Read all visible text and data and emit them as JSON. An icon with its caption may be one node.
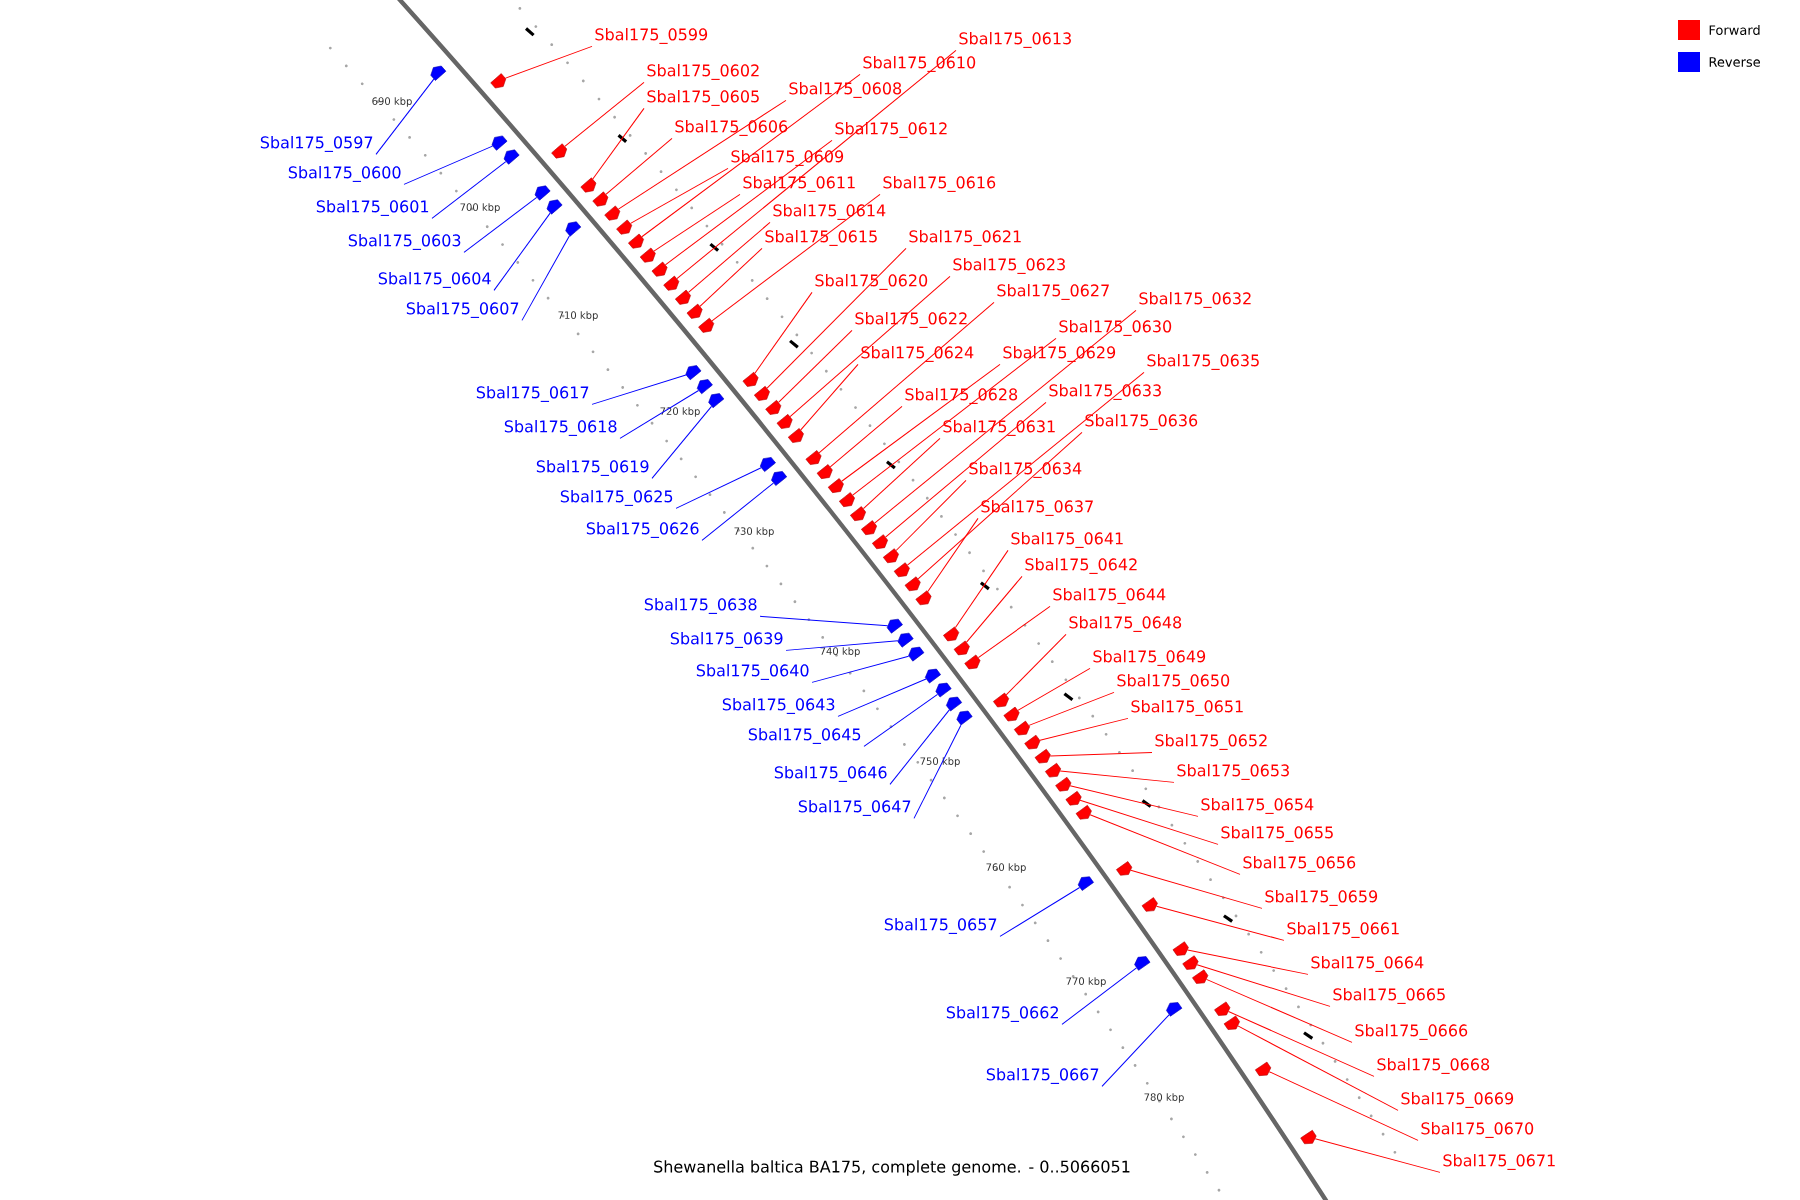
{
  "diagram": {
    "caption": "Shewanella baltica BA175, complete genome. - 0..5066051",
    "nodes": [
      {
        "text": [
          "Sbal175_0597"
        ]
      },
      {
        "text": [
          "Sbal175_0599"
        ]
      },
      {
        "text": [
          "Sbal175_0600"
        ]
      },
      {
        "text": [
          "Sbal175_0601"
        ]
      },
      {
        "text": [
          "Sbal175_0602"
        ]
      },
      {
        "text": [
          "Sbal175_0603"
        ]
      },
      {
        "text": [
          "Sbal175_0604"
        ]
      },
      {
        "text": [
          "Sbal175_0605"
        ]
      },
      {
        "text": [
          "Sbal175_0606"
        ]
      },
      {
        "text": [
          "Sbal175_0607"
        ]
      },
      {
        "text": [
          "Sbal175_0608"
        ]
      },
      {
        "text": [
          "Sbal175_0609"
        ]
      },
      {
        "text": [
          "Sbal175_0610"
        ]
      },
      {
        "text": [
          "Sbal175_0611"
        ]
      },
      {
        "text": [
          "Sbal175_0612"
        ]
      },
      {
        "text": [
          "Sbal175_0613"
        ]
      },
      {
        "text": [
          "Sbal175_0614"
        ]
      },
      {
        "text": [
          "Sbal175_0615"
        ]
      },
      {
        "text": [
          "Sbal175_0616"
        ]
      },
      {
        "text": [
          "Sbal175_0617"
        ]
      },
      {
        "text": [
          "Sbal175_0618"
        ]
      },
      {
        "text": [
          "Sbal175_0619"
        ]
      },
      {
        "text": [
          "Sbal175_0620"
        ]
      },
      {
        "text": [
          "Sbal175_0621"
        ]
      },
      {
        "text": [
          "Sbal175_0622"
        ]
      },
      {
        "text": [
          "Sbal175_0623"
        ]
      },
      {
        "text": [
          "Sbal175_0624"
        ]
      },
      {
        "text": [
          "Sbal175_0625"
        ]
      },
      {
        "text": [
          "Sbal175_0626"
        ]
      },
      {
        "text": [
          "Sbal175_0627"
        ]
      },
      {
        "text": [
          "Sbal175_0628"
        ]
      },
      {
        "text": [
          "Sbal175_0629"
        ]
      },
      {
        "text": [
          "Sbal175_0630"
        ]
      },
      {
        "text": [
          "Sbal175_0631"
        ]
      },
      {
        "text": [
          "Sbal175_0632"
        ]
      },
      {
        "text": [
          "Sbal175_0633"
        ]
      },
      {
        "text": [
          "Sbal175_0634"
        ]
      },
      {
        "text": [
          "Sbal175_0635"
        ]
      },
      {
        "text": [
          "Sbal175_0636"
        ]
      },
      {
        "text": [
          "Sbal175_0637"
        ]
      },
      {
        "text": [
          "Sbal175_0638"
        ]
      },
      {
        "text": [
          "Sbal175_0639"
        ]
      },
      {
        "text": [
          "Sbal175_0640"
        ]
      },
      {
        "text": [
          "Sbal175_0641"
        ]
      },
      {
        "text": [
          "Sbal175_0642"
        ]
      },
      {
        "text": [
          "Sbal175_0643"
        ]
      },
      {
        "text": [
          "Sbal175_0644"
        ]
      },
      {
        "text": [
          "Sbal175_0645"
        ]
      },
      {
        "text": [
          "Sbal175_0646"
        ]
      },
      {
        "text": [
          "Sbal175_0647"
        ]
      },
      {
        "text": [
          "Sbal175_0648"
        ]
      },
      {
        "text": [
          "Sbal175_0649"
        ]
      },
      {
        "text": [
          "Sbal175_0650"
        ]
      },
      {
        "text": [
          "Sbal175_0651"
        ]
      },
      {
        "text": [
          "Sbal175_0652"
        ]
      },
      {
        "text": [
          "Sbal175_0653"
        ]
      },
      {
        "text": [
          "Sbal175_0654"
        ]
      },
      {
        "text": [
          "Sbal175_0655"
        ]
      },
      {
        "text": [
          "Sbal175_0656"
        ]
      },
      {
        "text": [
          "Sbal175_0657"
        ]
      },
      {
        "text": [
          "Sbal175_0659"
        ]
      },
      {
        "text": [
          "Sbal175_0661"
        ]
      },
      {
        "text": [
          "Sbal175_0662"
        ]
      },
      {
        "text": [
          "Sbal175_0664"
        ]
      },
      {
        "text": [
          "Sbal175_0665"
        ]
      },
      {
        "text": [
          "Sbal175_0666"
        ]
      },
      {
        "text": [
          "Sbal175_0667"
        ]
      },
      {
        "text": [
          "Sbal175_0668"
        ]
      },
      {
        "text": [
          "Sbal175_0669"
        ]
      },
      {
        "text": [
          "Sbal175_0670"
        ]
      },
      {
        "text": [
          "Sbal175_0671"
        ]
      },
      {
        "text": [],
        "shape": "arrow"
      },
      {
        "text": [],
        "shape": "arrow"
      },
      {
        "text": [],
        "shape": "arrow"
      },
      {
        "text": [],
        "shape": "arrow"
      },
      {
        "text": [],
        "shape": "arrow"
      },
      {
        "text": [],
        "shape": "arrow"
      },
      {
        "text": [],
        "shape": "arrow"
      },
      {
        "text": [],
        "shape": "arrow"
      },
      {
        "text": [],
        "shape": "arrow"
      },
      {
        "text": [],
        "shape": "arrow"
      },
      {
        "text": [],
        "shape": "arrow"
      },
      {
        "text": [],
        "shape": "arrow"
      },
      {
        "text": [],
        "shape": "arrow"
      },
      {
        "text": [],
        "shape": "arrow"
      },
      {
        "text": [],
        "shape": "arrow"
      },
      {
        "text": [],
        "shape": "arrow"
      },
      {
        "text": [],
        "shape": "arrow"
      },
      {
        "text": [],
        "shape": "arrow"
      },
      {
        "text": [],
        "shape": "arrow"
      },
      {
        "text": [],
        "shape": "arrow"
      },
      {
        "text": [],
        "shape": "arrow"
      },
      {
        "text": [],
        "shape": "arrow"
      },
      {
        "text": [],
        "shape": "arrow"
      },
      {
        "text": [],
        "shape": "arrow"
      },
      {
        "text": [],
        "shape": "arrow"
      },
      {
        "text": [],
        "shape": "arrow"
      },
      {
        "text": [],
        "shape": "arrow"
      },
      {
        "text": [],
        "shape": "arrow"
      },
      {
        "text": [],
        "shape": "arrow"
      },
      {
        "text": [],
        "shape": "arrow"
      },
      {
        "text": [],
        "shape": "arrow"
      },
      {
        "text": [],
        "shape": "arrow"
      },
      {
        "text": [],
        "shape": "arrow"
      },
      {
        "text": [],
        "shape": "arrow"
      },
      {
        "text": [],
        "shape": "arrow"
      },
      {
        "text": [],
        "shape": "arrow"
      },
      {
        "text": [],
        "shape": "arrow"
      },
      {
        "text": [],
        "shape": "arrow"
      },
      {
        "text": [],
        "shape": "arrow"
      },
      {
        "text": [],
        "shape": "arrow"
      },
      {
        "text": [],
        "shape": "arrow"
      },
      {
        "text": [],
        "shape": "arrow"
      },
      {
        "text": [],
        "shape": "arrow"
      },
      {
        "text": [],
        "shape": "arrow"
      },
      {
        "text": [],
        "shape": "arrow"
      },
      {
        "text": [],
        "shape": "arrow"
      },
      {
        "text": [],
        "shape": "arrow"
      },
      {
        "text": [],
        "shape": "arrow"
      },
      {
        "text": [],
        "shape": "arrow"
      },
      {
        "text": [],
        "shape": "arrow"
      },
      {
        "text": [],
        "shape": "arrow"
      },
      {
        "text": [],
        "shape": "arrow"
      },
      {
        "text": [],
        "shape": "arrow"
      },
      {
        "text": [],
        "shape": "arrow"
      },
      {
        "text": [],
        "shape": "arrow"
      },
      {
        "text": [],
        "shape": "arrow"
      },
      {
        "text": [],
        "shape": "arrow"
      },
      {
        "text": [],
        "shape": "arrow"
      },
      {
        "text": [],
        "shape": "arrow"
      },
      {
        "text": [],
        "shape": "arrow"
      },
      {
        "text": [],
        "shape": "arrow"
      },
      {
        "text": [],
        "shape": "arrow"
      },
      {
        "text": [],
        "shape": "arrow"
      },
      {
        "text": [],
        "shape": "arrow"
      },
      {
        "text": [],
        "shape": "arrow"
      },
      {
        "text": [],
        "shape": "arrow"
      },
      {
        "text": [],
        "shape": "arrow"
      },
      {
        "text": [],
        "shape": "arrow"
      },
      {
        "text": [],
        "shape": "arrow"
      },
      {
        "text": [],
        "shape": "arrow"
      },
      {
        "text": [],
        "shape": "arrow"
      }
    ],
    "edges": [
      {
        "from": 0,
        "to": 71,
        "arrow": "none",
        "color": "#0000ff"
      },
      {
        "from": 1,
        "to": 72,
        "arrow": "none"
      },
      {
        "from": 2,
        "to": 73,
        "arrow": "none",
        "color": "#0000ff"
      },
      {
        "from": 3,
        "to": 74,
        "arrow": "none",
        "color": "#0000ff"
      },
      {
        "from": 4,
        "to": 75,
        "arrow": "none"
      },
      {
        "from": 5,
        "to": 76,
        "arrow": "none",
        "color": "#0000ff"
      },
      {
        "from": 6,
        "to": 77,
        "arrow": "none",
        "color": "#0000ff"
      },
      {
        "from": 7,
        "to": 78,
        "arrow": "none"
      },
      {
        "from": 8,
        "to": 79,
        "arrow": "none"
      },
      {
        "from": 9,
        "to": 80,
        "arrow": "none",
        "color": "#0000ff"
      },
      {
        "from": 10,
        "to": 81,
        "arrow": "none"
      },
      {
        "from": 11,
        "to": 82,
        "arrow": "none"
      },
      {
        "from": 12,
        "to": 83,
        "arrow": "none"
      },
      {
        "from": 13,
        "to": 84,
        "arrow": "none"
      },
      {
        "from": 14,
        "to": 85,
        "arrow": "none"
      },
      {
        "from": 15,
        "to": 86,
        "arrow": "none"
      },
      {
        "from": 16,
        "to": 87,
        "arrow": "none"
      },
      {
        "from": 17,
        "to": 88,
        "arrow": "none"
      },
      {
        "from": 18,
        "to": 89,
        "arrow": "none"
      },
      {
        "from": 19,
        "to": 90,
        "arrow": "none",
        "color": "#0000ff"
      },
      {
        "from": 20,
        "to": 91,
        "arrow": "none",
        "color": "#0000ff"
      },
      {
        "from": 21,
        "to": 92,
        "arrow": "none",
        "color": "#0000ff"
      },
      {
        "from": 22,
        "to": 93,
        "arrow": "none"
      },
      {
        "from": 23,
        "to": 94,
        "arrow": "none"
      },
      {
        "from": 24,
        "to": 95,
        "arrow": "none"
      },
      {
        "from": 25,
        "to": 96,
        "arrow": "none"
      },
      {
        "from": 26,
        "to": 97,
        "arrow": "none"
      },
      {
        "from": 27,
        "to": 98,
        "arrow": "none",
        "color": "#0000ff"
      },
      {
        "from": 28,
        "to": 99,
        "arrow": "none",
        "color": "#0000ff"
      },
      {
        "from": 29,
        "to": 100,
        "arrow": "none"
      },
      {
        "from": 30,
        "to": 101,
        "arrow": "none"
      },
      {
        "from": 31,
        "to": 102,
        "arrow": "none"
      },
      {
        "from": 32,
        "to": 103,
        "arrow": "none"
      },
      {
        "from": 33,
        "to": 104,
        "arrow": "none"
      },
      {
        "from": 34,
        "to": 105,
        "arrow": "none"
      },
      {
        "from": 35,
        "to": 106,
        "arrow": "none"
      },
      {
        "from": 36,
        "to": 107,
        "arrow": "none"
      },
      {
        "from": 37,
        "to": 108,
        "arrow": "none"
      },
      {
        "from": 38,
        "to": 109,
        "arrow": "none"
      },
      {
        "from": 39,
        "to": 110,
        "arrow": "none"
      },
      {
        "from": 40,
        "to": 111,
        "arrow": "none",
        "color": "#0000ff"
      },
      {
        "from": 41,
        "to": 112,
        "arrow": "none",
        "color": "#0000ff"
      },
      {
        "from": 42,
        "to": 113,
        "arrow": "none",
        "color": "#0000ff"
      },
      {
        "from": 43,
        "to": 114,
        "arrow": "none"
      },
      {
        "from": 44,
        "to": 115,
        "arrow": "none"
      },
      {
        "from": 45,
        "to": 116,
        "arrow": "none",
        "color": "#0000ff"
      },
      {
        "from": 46,
        "to": 117,
        "arrow": "none"
      },
      {
        "from": 47,
        "to": 118,
        "arrow": "none",
        "color": "#0000ff"
      },
      {
        "from": 48,
        "to": 119,
        "arrow": "none",
        "color": "#0000ff"
      },
      {
        "from": 49,
        "to": 120,
        "arrow": "none",
        "color": "#0000ff"
      },
      {
        "from": 50,
        "to": 121,
        "arrow": "none"
      },
      {
        "from": 51,
        "to": 122,
        "arrow": "none"
      },
      {
        "from": 52,
        "to": 123,
        "arrow": "none"
      },
      {
        "from": 53,
        "to": 124,
        "arrow": "none"
      },
      {
        "from": 54,
        "to": 125,
        "arrow": "none"
      },
      {
        "from": 55,
        "to": 126,
        "arrow": "none"
      },
      {
        "from": 56,
        "to": 127,
        "arrow": "none"
      },
      {
        "from": 57,
        "to": 128,
        "arrow": "none"
      },
      {
        "from": 58,
        "to": 129,
        "arrow": "none"
      },
      {
        "from": 59,
        "to": 130,
        "arrow": "none",
        "color": "#0000ff"
      },
      {
        "from": 60,
        "to": 131,
        "arrow": "none"
      },
      {
        "from": 61,
        "to": 132,
        "arrow": "none"
      },
      {
        "from": 62,
        "to": 133,
        "arrow": "none",
        "color": "#0000ff"
      },
      {
        "from": 63,
        "to": 134,
        "arrow": "none"
      },
      {
        "from": 64,
        "to": 135,
        "arrow": "none"
      },
      {
        "from": 65,
        "to": 136,
        "arrow": "none"
      },
      {
        "from": 66,
        "to": 137,
        "arrow": "none",
        "color": "#0000ff"
      },
      {
        "from": 67,
        "to": 138,
        "arrow": "none"
      },
      {
        "from": 68,
        "to": 139,
        "arrow": "none"
      },
      {
        "from": 69,
        "to": 140,
        "arrow": "none"
      },
      {
        "from": 70,
        "to": 141,
        "arrow": "none"
      }
    ],
    "labels": [
      "690 kbp",
      "700 kbp",
      "710 kbp",
      "720 kbp",
      "730 kbp",
      "740 kbp",
      "750 kbp",
      "760 kbp",
      "770 kbp",
      "780 kbp"
    ],
    "legend": [
      {
        "text": "Forward",
        "color": "#ff0000"
      },
      {
        "text": "Reverse",
        "color": "#0000ff"
      }
    ]
  }
}
